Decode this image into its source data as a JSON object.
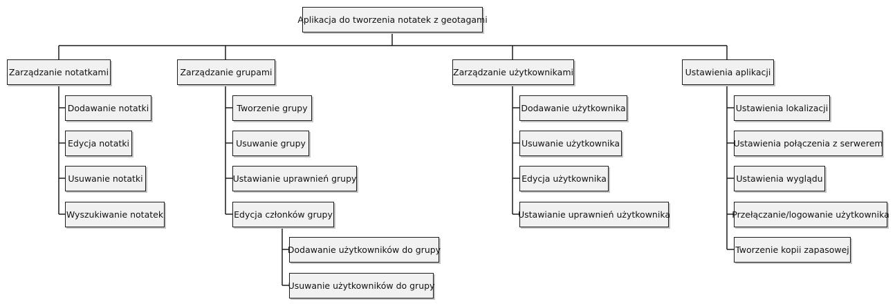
{
  "root": {
    "label": "Aplikacja do tworzenia notatek z geotagami",
    "children": [
      {
        "label": "Zarządzanie notatkami",
        "children": [
          {
            "label": "Dodawanie notatki"
          },
          {
            "label": "Edycja notatki"
          },
          {
            "label": "Usuwanie notatki"
          },
          {
            "label": "Wyszukiwanie notatek"
          }
        ]
      },
      {
        "label": "Zarządzanie grupami",
        "children": [
          {
            "label": "Tworzenie grupy"
          },
          {
            "label": "Usuwanie grupy"
          },
          {
            "label": "Ustawianie uprawnień grupy"
          },
          {
            "label": "Edycja członków grupy",
            "children": [
              {
                "label": "Dodawanie użytkowników do grupy"
              },
              {
                "label": "Usuwanie użytkowników do grupy"
              }
            ]
          }
        ]
      },
      {
        "label": "Zarządzanie użytkownikami",
        "children": [
          {
            "label": "Dodawanie użytkownika"
          },
          {
            "label": "Usuwanie użytkownika"
          },
          {
            "label": "Edycja użytkownika"
          },
          {
            "label": "Ustawianie uprawnień użytkownika"
          }
        ]
      },
      {
        "label": "Ustawienia aplikacji",
        "children": [
          {
            "label": "Ustawienia lokalizacji"
          },
          {
            "label": "Ustawienia połączenia z serwerem"
          },
          {
            "label": "Ustawienia wyglądu"
          },
          {
            "label": "Przełączanie/logowanie użytkownika"
          },
          {
            "label": "Tworzenie kopii zapasowej"
          }
        ]
      }
    ]
  }
}
